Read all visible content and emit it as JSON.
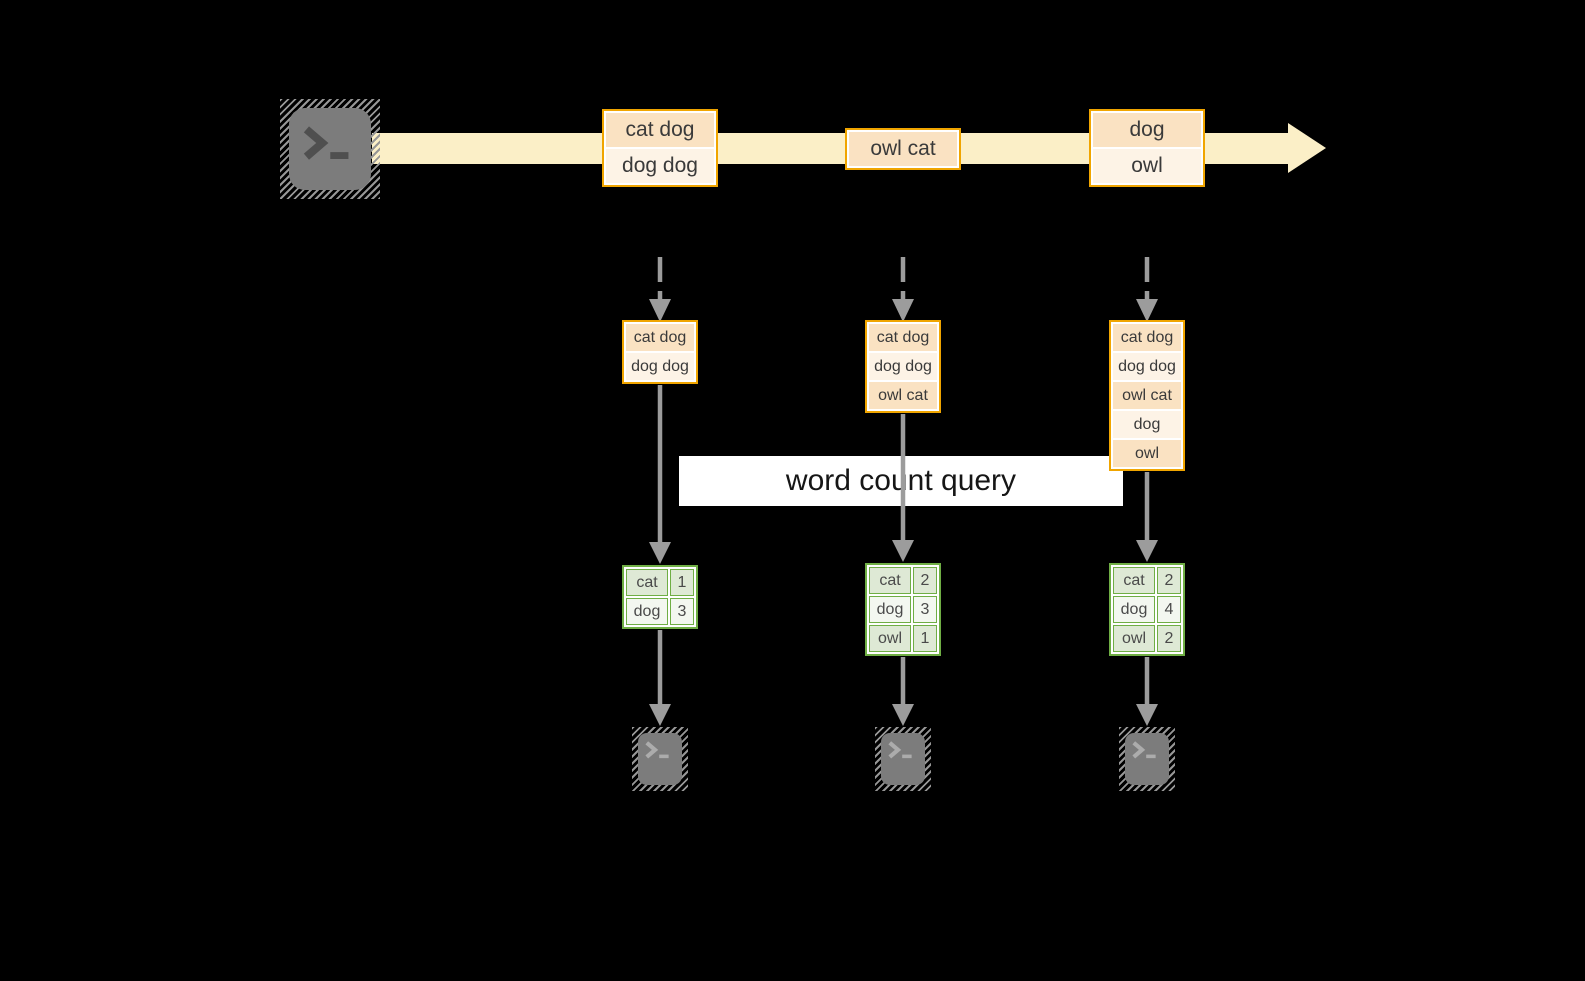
{
  "query_label": "word count query",
  "stream": {
    "source_icon": "terminal",
    "events": [
      {
        "rows": [
          "cat dog",
          "dog dog"
        ]
      },
      {
        "rows": [
          "owl cat"
        ]
      },
      {
        "rows": [
          "dog",
          "owl"
        ]
      }
    ]
  },
  "columns": [
    {
      "buffer": [
        "cat dog",
        "dog dog"
      ],
      "counts": [
        {
          "word": "cat",
          "count": "1"
        },
        {
          "word": "dog",
          "count": "3"
        }
      ],
      "sink_icon": "terminal"
    },
    {
      "buffer": [
        "cat dog",
        "dog dog",
        "owl cat"
      ],
      "counts": [
        {
          "word": "cat",
          "count": "2"
        },
        {
          "word": "dog",
          "count": "3"
        },
        {
          "word": "owl",
          "count": "1"
        }
      ],
      "sink_icon": "terminal"
    },
    {
      "buffer": [
        "cat dog",
        "dog dog",
        "owl cat",
        "dog",
        "owl"
      ],
      "counts": [
        {
          "word": "cat",
          "count": "2"
        },
        {
          "word": "dog",
          "count": "4"
        },
        {
          "word": "owl",
          "count": "2"
        }
      ],
      "sink_icon": "terminal"
    }
  ],
  "colors": {
    "background": "#000000",
    "stream_band": "#FBEFC7",
    "event_border": "#F0A500",
    "event_fill_dark": "#FAE2C2",
    "event_fill_light": "#FDF3E6",
    "table_border": "#6FAE44",
    "table_fill_dark": "#DEE9D5",
    "table_fill_light": "#F3F7F0",
    "arrow_gray": "#9C9C9C",
    "terminal_gray": "#7C7C7C",
    "query_banner": "#FFFFFF"
  }
}
